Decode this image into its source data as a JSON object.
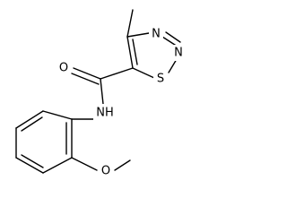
{
  "molecule": {
    "atoms": {
      "n1": "N",
      "n2": "N",
      "s": "S",
      "o_carbonyl": "O",
      "nh": "NH",
      "o_methoxy": "O"
    },
    "colors": {
      "bond": "#000000",
      "label": "#000000",
      "background": "#ffffff"
    }
  }
}
